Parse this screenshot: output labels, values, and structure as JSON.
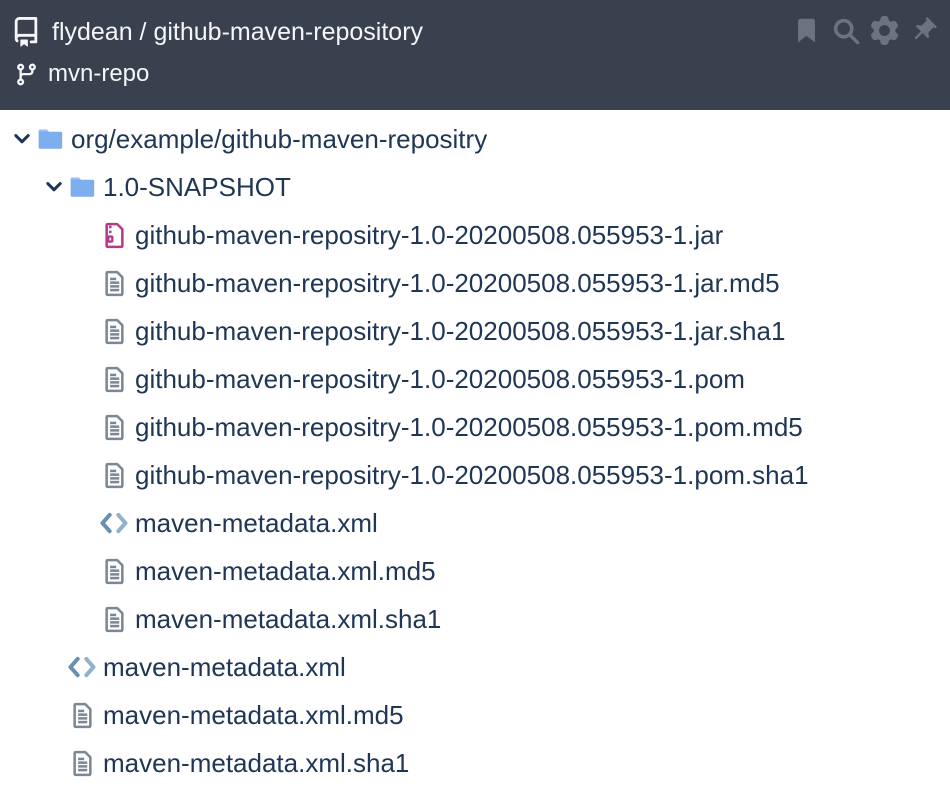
{
  "header": {
    "repo_title": "flydean / github-maven-repository",
    "branch": "mvn-repo",
    "action_icons": [
      "bookmark",
      "search",
      "settings",
      "pin"
    ]
  },
  "tree": {
    "items": [
      {
        "label": "org/example/github-maven-repositry",
        "type": "folder",
        "level": 0,
        "expanded": true
      },
      {
        "label": "1.0-SNAPSHOT",
        "type": "folder",
        "level": 1,
        "expanded": true
      },
      {
        "label": "github-maven-repositry-1.0-20200508.055953-1.jar",
        "type": "archive",
        "level": 2
      },
      {
        "label": "github-maven-repositry-1.0-20200508.055953-1.jar.md5",
        "type": "text",
        "level": 2
      },
      {
        "label": "github-maven-repositry-1.0-20200508.055953-1.jar.sha1",
        "type": "text",
        "level": 2
      },
      {
        "label": "github-maven-repositry-1.0-20200508.055953-1.pom",
        "type": "text",
        "level": 2
      },
      {
        "label": "github-maven-repositry-1.0-20200508.055953-1.pom.md5",
        "type": "text",
        "level": 2
      },
      {
        "label": "github-maven-repositry-1.0-20200508.055953-1.pom.sha1",
        "type": "text",
        "level": 2
      },
      {
        "label": "maven-metadata.xml",
        "type": "xml",
        "level": 2
      },
      {
        "label": "maven-metadata.xml.md5",
        "type": "text",
        "level": 2
      },
      {
        "label": "maven-metadata.xml.sha1",
        "type": "text",
        "level": 2
      },
      {
        "label": "maven-metadata.xml",
        "type": "xml",
        "level": 1
      },
      {
        "label": "maven-metadata.xml.md5",
        "type": "text",
        "level": 1
      },
      {
        "label": "maven-metadata.xml.sha1",
        "type": "text",
        "level": 1
      }
    ]
  },
  "colors": {
    "header_bg": "#3a414e",
    "header_text": "#f4f6f8",
    "header_icon_muted": "#6b7380",
    "tree_text": "#203656",
    "folder_blue": "#7daeee",
    "archive_pink": "#b73a89",
    "file_gray": "#7b8794",
    "xml_blue_left": "#6b90ae",
    "xml_blue_right": "#92b2cb",
    "background": "#ffffff"
  }
}
